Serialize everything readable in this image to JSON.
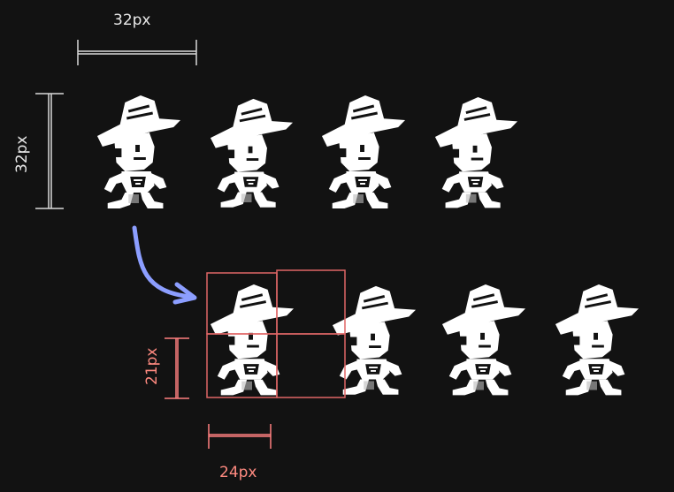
{
  "annotations": {
    "top_width_label": "32px",
    "top_height_label": "32px",
    "bottom_width_label": "24px",
    "bottom_height_label": "21px"
  },
  "colors": {
    "background": "#121212",
    "sprite": "#ffffff",
    "dimension_white": "#d9d9d9",
    "dimension_red": "#ff8080",
    "grid_red": "#e06666",
    "arrow": "#8c9eff"
  },
  "sprites": {
    "top_row_count": 4,
    "bottom_row_count": 4
  }
}
